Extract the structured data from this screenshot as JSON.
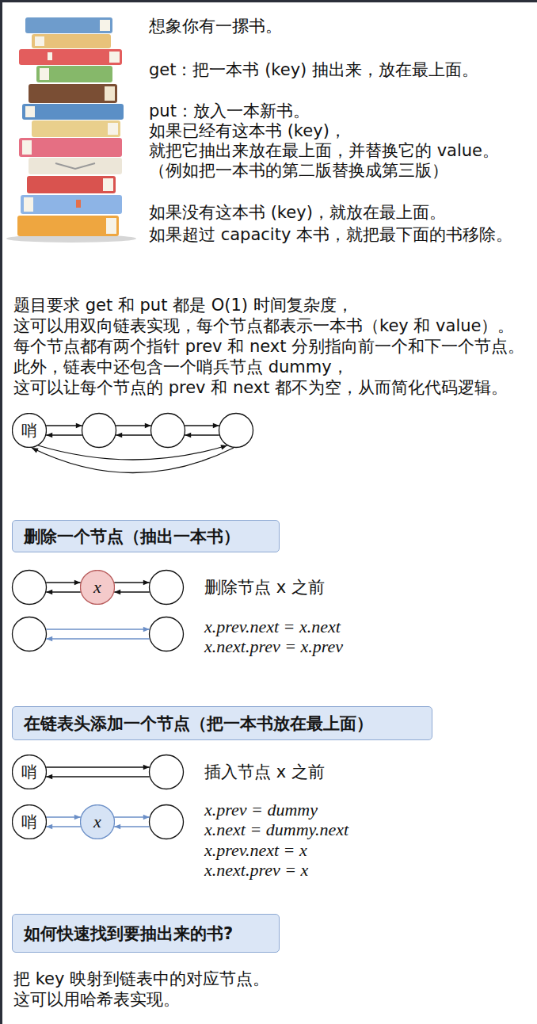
{
  "diagram": {
    "nodes": [
      {
        "text": [
          "哨"
        ]
      },
      {
        "text": [
          "删除一个节点（抽出一本书）"
        ]
      },
      {
        "text": [
          "x"
        ]
      },
      {
        "text": [
          "在链表头添加一个节点（把一本书放在最上面）"
        ]
      },
      {
        "text": [
          "哨"
        ]
      },
      {
        "text": [
          "哨"
        ]
      },
      {
        "text": [
          "x"
        ]
      },
      {
        "text": [
          "如何快速找到要抽出来的书?"
        ]
      }
    ],
    "edges": [
      {
        "from": 5,
        "to": 6,
        "arrow": "to"
      },
      {
        "from": 6,
        "to": 5,
        "arrow": "to"
      }
    ],
    "labels": [
      "想象你有一摞书。",
      "get：把一本书 (key) 抽出来，放在最上面。",
      "put：放入一本新书。",
      "如果已经有这本书 (key)，",
      "就把它抽出来放在最上面，并替换它的 value。",
      "（例如把一本书的第二版替换成第三版）",
      "如果没有这本书 (key)，就放在最上面。",
      "如果超过 capacity 本书，就把最下面的书移除。",
      "题目要求 get 和 put 都是 O(1) 时间复杂度，",
      "这可以用双向链表实现，每个节点都表示一本书（key 和 value）。",
      "每个节点都有两个指针 prev 和 next 分别指向前一个和下一个节点。",
      "此外，链表中还包含一个哨兵节点 dummy，",
      "这可以让每个节点的 prev 和 next 都不为空，从而简化代码逻辑。",
      "删除节点 x 之前",
      "x.prev.next = x.next",
      "x.next.prev = x.prev",
      "插入节点 x 之前",
      "x.prev = dummy",
      "x.next = dummy.next",
      "x.prev.next = x",
      "x.next.prev = x",
      "把 key 映射到链表中的对应节点。",
      "这可以用哈希表实现。"
    ]
  }
}
